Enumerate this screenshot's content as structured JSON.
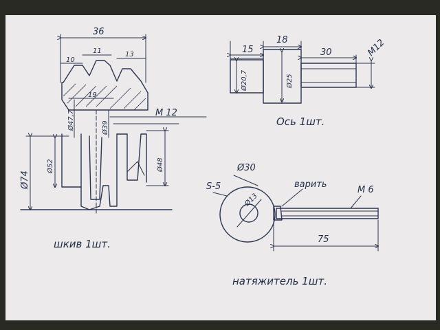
{
  "pulley": {
    "dim_total_width": "36",
    "dim_left_rim": "10",
    "dim_groove": "11",
    "dim_right": "13",
    "dim_hub": "19",
    "dim_bore": "Ø47,7",
    "dim_inner": "Ø39",
    "dim_outer": "Ø74",
    "dim_mid": "Ø52",
    "dim_right_bore": "Ø48",
    "thread": "M 12",
    "caption": "шкив 1шт."
  },
  "axle": {
    "dim_a": "15",
    "dim_b": "18",
    "dim_c": "30",
    "thread": "M12",
    "dia_left": "Ø20,7",
    "dia_center": "Ø25",
    "caption": "Ось 1шт."
  },
  "tensioner": {
    "thickness": "S-5",
    "disc_dia": "Ø30",
    "hole_dia": "Ø13",
    "weld_note": "варить",
    "thread": "M 6",
    "length": "75",
    "caption": "натяжитель 1шт."
  }
}
